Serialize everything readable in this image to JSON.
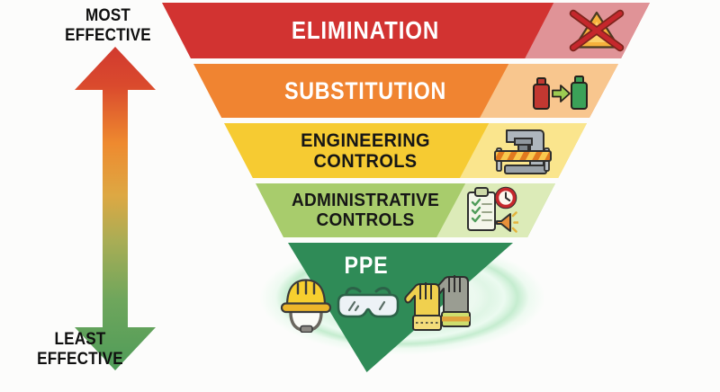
{
  "axis": {
    "most_line1": "MOST",
    "most_line2": "EFFECTIVE",
    "least_line1": "LEAST",
    "least_line2": "EFFECTIVE",
    "arrow_top_color": "#d13a2f",
    "arrow_bottom_color": "#4f9c59"
  },
  "tiers": [
    {
      "lines": [
        "ELIMINATION"
      ],
      "color": "#d23331",
      "light_color": "#e09397",
      "text_color": "#ffffff",
      "icon": "crossed-out-hazard-icon"
    },
    {
      "lines": [
        "SUBSTITUTION"
      ],
      "color": "#f08431",
      "light_color": "#f8c68e",
      "text_color": "#ffffff",
      "icon": "swap-bottles-icon"
    },
    {
      "lines": [
        "ENGINEERING",
        "CONTROLS"
      ],
      "color": "#f6cb32",
      "light_color": "#fae58d",
      "text_color": "#161616",
      "icon": "machine-guard-icon"
    },
    {
      "lines": [
        "ADMINISTRATIVE",
        "CONTROLS"
      ],
      "color": "#a8cc6c",
      "light_color": "#dcebb8",
      "text_color": "#161616",
      "icon": "clipboard-clock-megaphone-icon"
    },
    {
      "lines": [
        "PPE"
      ],
      "color": "#2f8b57",
      "light_color": "#3f9b67",
      "text_color": "#ffffff",
      "icon": "hard-hat-goggles-gloves-icon",
      "glow_color": "#cdeed6"
    }
  ]
}
